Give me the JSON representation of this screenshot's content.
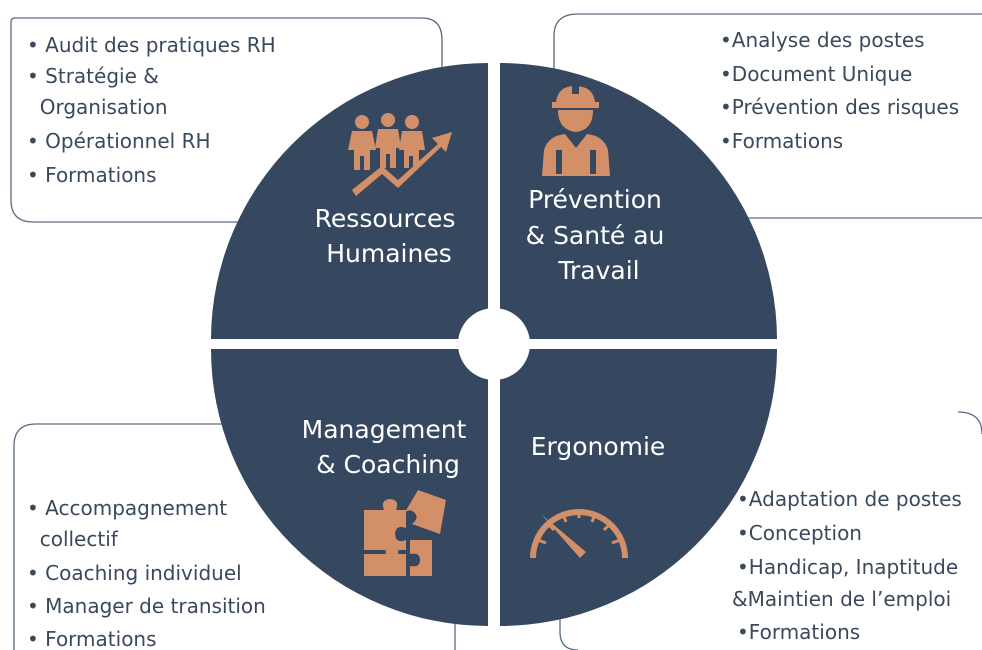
{
  "colors": {
    "quadrant": "#354860",
    "icon": "#d39068",
    "box_border": "#5a6b80",
    "text": "#3a4a5c"
  },
  "quadrants": {
    "rh": {
      "title_lines": [
        "Ressources",
        "Humaines"
      ],
      "icon": "people-growth-icon"
    },
    "prevention": {
      "title_lines": [
        "Prévention",
        "& Santé au",
        "Travail"
      ],
      "icon": "worker-hardhat-icon"
    },
    "management": {
      "title_lines": [
        "Management",
        "& Coaching"
      ],
      "icon": "puzzle-icon"
    },
    "ergonomie": {
      "title_lines": [
        "Ergonomie"
      ],
      "icon": "speedometer-gauge-icon"
    }
  },
  "lists": {
    "rh": [
      "• Audit des pratiques RH",
      "• Stratégie &",
      "  Organisation",
      "• Opérationnel RH",
      "• Formations"
    ],
    "prevention": [
      "•Analyse des postes",
      "•Document Unique",
      "•Prévention des risques",
      "•Formations"
    ],
    "management": [
      "• Accompagnement",
      "  collectif",
      "• Coaching individuel",
      "• Manager de transition",
      "• Formations"
    ],
    "ergonomie": [
      "•Adaptation de postes",
      "•Conception",
      "•Handicap, Inaptitude",
      "&Maintien de l’emploi",
      "•Formations"
    ]
  }
}
